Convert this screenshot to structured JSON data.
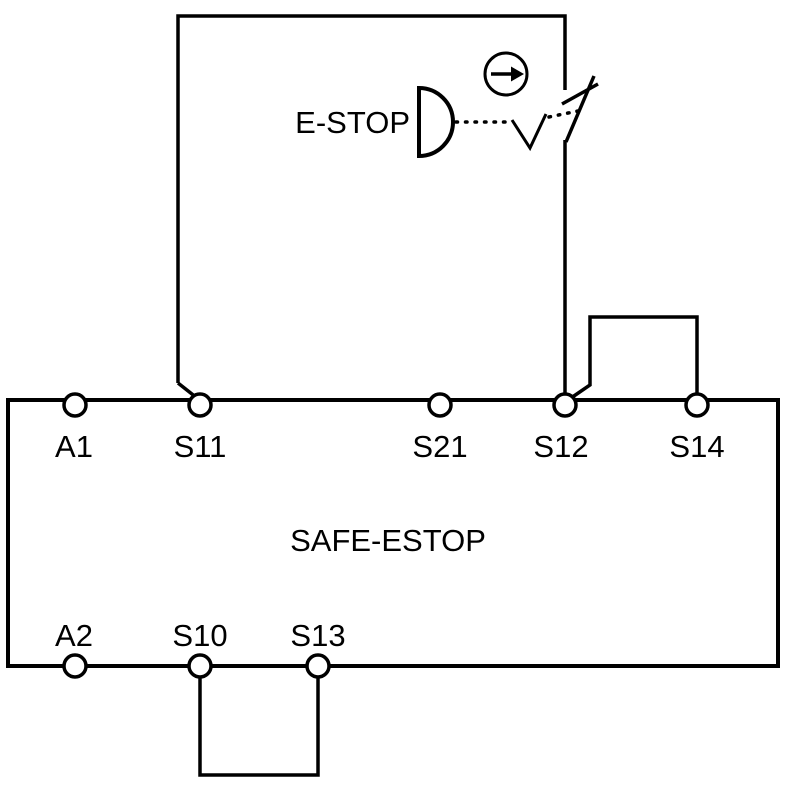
{
  "diagram": {
    "device_label": "SAFE-ESTOP",
    "estop": {
      "label": "E-STOP",
      "symbols": [
        "mushroom-button-icon",
        "direct-opening-action-arrow-icon",
        "nc-contact-icon",
        "mechanical-linkage-dotted-line"
      ]
    },
    "terminals": {
      "top": [
        {
          "label": "A1"
        },
        {
          "label": "S11"
        },
        {
          "label": "S21"
        },
        {
          "label": "S12"
        },
        {
          "label": "S14"
        }
      ],
      "bottom": [
        {
          "label": "A2"
        },
        {
          "label": "S10"
        },
        {
          "label": "S13"
        }
      ]
    },
    "connections": [
      "S11 to E-STOP NC contact to S12",
      "jumper S12 to S14",
      "jumper S10 to S13"
    ],
    "colors": {
      "line": "#000000",
      "background": "#ffffff"
    }
  }
}
